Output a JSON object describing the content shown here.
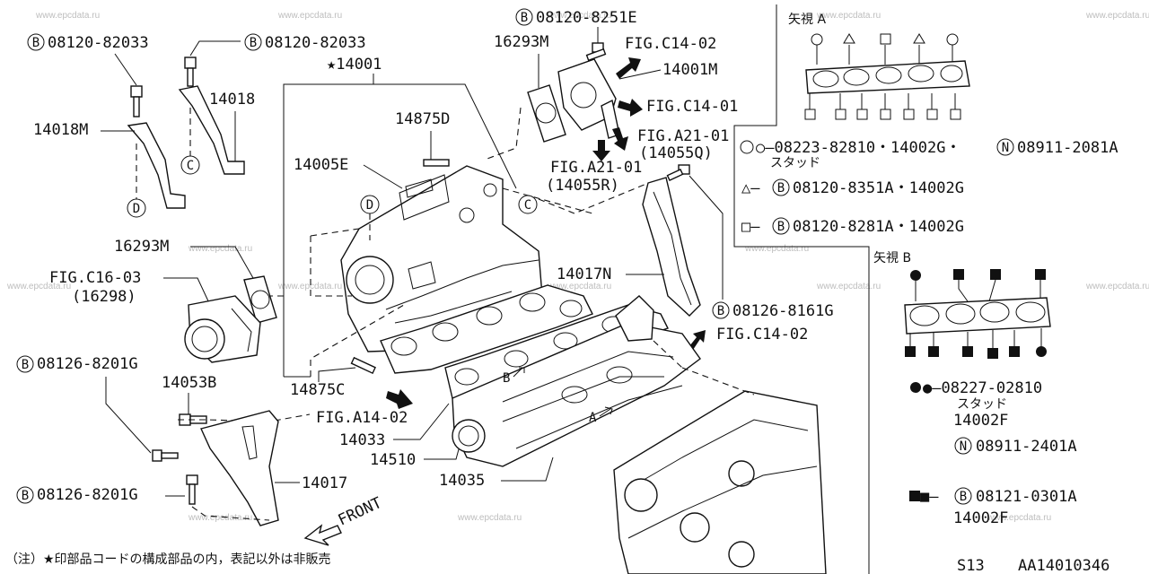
{
  "watermark": "www.epcdata.ru",
  "labels": {
    "b_08120_82033_left": "08120-82033",
    "b_08120_82033_right": "08120-82033",
    "star_14001": "★14001",
    "p_14018": "14018",
    "p_14018m": "14018M",
    "p_c_mark": "C",
    "p_d_mark": "D",
    "b_08120_8251e": "08120-8251E",
    "p_16293m_top": "16293M",
    "fig_c14_02_top": "FIG.C14-02",
    "p_14001m": "14001M",
    "fig_c14_01": "FIG.C14-01",
    "fig_a21_01_q": "FIG.A21-01",
    "p_14055q": "(14055Q)",
    "fig_a21_01_r": "FIG.A21-01",
    "p_14055r": "(14055R)",
    "p_14875d": "14875D",
    "p_14005e": "14005E",
    "p_d_box": "D",
    "p_c_box": "C",
    "p_16293m_left": "16293M",
    "fig_c16_03": "FIG.C16-03",
    "p_16298": "(16298)",
    "p_14017n": "14017N",
    "b_08126_8161g": "08126-8161G",
    "fig_c14_02_mid": "FIG.C14-02",
    "b_08126_8201g_top": "08126-8201G",
    "p_14053b": "14053B",
    "p_14875c": "14875C",
    "fig_a14_02": "FIG.A14-02",
    "p_14033": "14033",
    "p_14510": "14510",
    "p_14035": "14035",
    "p_14017": "14017",
    "b_08126_8201g_bottom": "08126-8201G",
    "front": "FRONT",
    "view_b_inner": "B",
    "view_a_inner": "A",
    "note": "（注）★印部品コードの構成部品の内，表記以外は非販売",
    "model": "S13",
    "drawing_no": "AA14010346"
  },
  "legend": {
    "view_a_title": "矢視 A",
    "circle_line": "○–08223-82810・14002G・",
    "circle_line_n": "08911-2081A",
    "stud_1": "スタッド",
    "triangle_line": "△–",
    "triangle_part": "08120-8351A・14002G",
    "square_line": "□–",
    "square_part": "08120-8281A・14002G",
    "view_b_title": "矢視 B",
    "dot_line": "●–08227-02810",
    "stud_2": "スタッド",
    "dot_part": "14002F",
    "n_part": "08911-2401A",
    "fsq_line": "■–",
    "fsq_part": "08121-0301A",
    "fsq_sub": "14002F"
  },
  "marks": {
    "bolt": "B",
    "nut": "N"
  }
}
